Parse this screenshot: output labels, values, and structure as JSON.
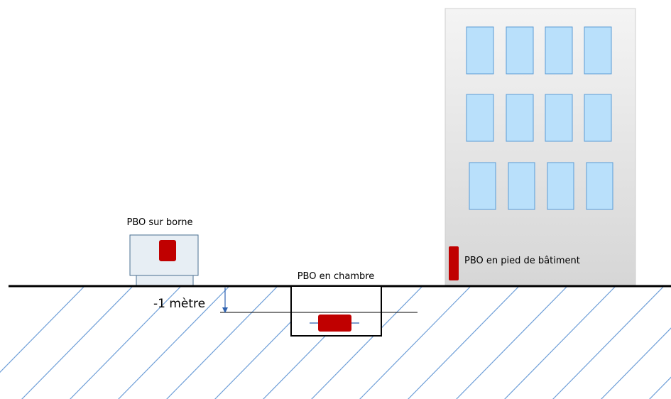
{
  "labels": {
    "pbo_borne": "PBO sur borne",
    "pbo_chambre": "PBO en chambre",
    "pbo_batiment": "PBO en pied de bâtiment",
    "depth": "-1 mètre"
  },
  "colors": {
    "pbo_red": "#c00000",
    "window_fill": "#b9e0fb",
    "window_stroke": "#5b9bd5",
    "hatch": "#6f9fd8",
    "cabinet_fill": "#e7eef4",
    "cabinet_stroke": "#4a6f90",
    "arrow": "#2f62b0",
    "ground": "#000000"
  }
}
